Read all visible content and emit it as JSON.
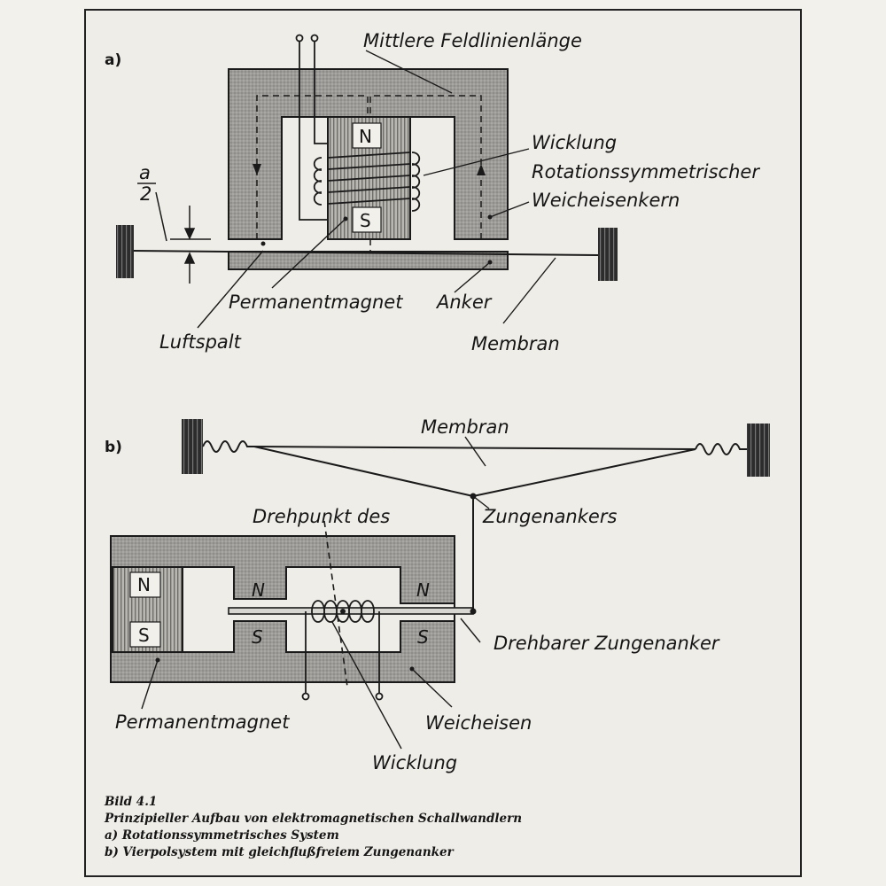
{
  "diagram_a": {
    "section_label": "a)",
    "labels": {
      "field_length": "Mittlere Feldlinienlänge",
      "winding": "Wicklung",
      "core_line1": "Rotationssymmetrischer",
      "core_line2": "Weicheisenkern",
      "gap_numerator": "a",
      "gap_denominator": "2",
      "magnet": "Permanentmagnet",
      "armature": "Anker",
      "air_gap": "Luftspalt",
      "membrane": "Membran",
      "pole_n": "N",
      "pole_s": "S"
    }
  },
  "diagram_b": {
    "section_label": "b)",
    "labels": {
      "membrane": "Membran",
      "pivot_line1": "Drehpunkt des",
      "pivot_line2": "Zungenankers",
      "reed_armature": "Drehbarer Zungenanker",
      "magnet": "Permanentmagnet",
      "soft_iron": "Weicheisen",
      "winding": "Wicklung",
      "magnet_n": "N",
      "magnet_s": "S",
      "pole_n_left": "N",
      "pole_n_right": "N",
      "pole_s_left": "S",
      "pole_s_right": "S"
    }
  },
  "caption": {
    "title": "Bild 4.1",
    "line1": "Prinzipieller Aufbau von elektromagnetischen Schallwandlern",
    "line2": "a) Rotationssymmetrisches System",
    "line3": "b) Vierpolsystem mit gleichflußfreiem Zungenanker"
  }
}
